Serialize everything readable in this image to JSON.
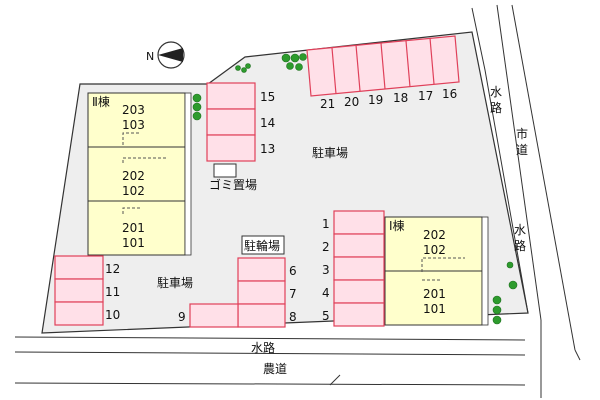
{
  "compass": {
    "north_label": "N"
  },
  "roads": {
    "waterway_bottom": "水路",
    "farm_road": "農道",
    "waterway_right_top": "水路",
    "city_road": "市道",
    "waterway_right_mid": "水路"
  },
  "site": {
    "parking_main": "駐車場",
    "parking_left": "駐車場",
    "garbage": "ゴミ置場",
    "bicycle": "駐輪場"
  },
  "building_2": {
    "name": "Ⅱ棟",
    "rooms": [
      {
        "upper": "203",
        "lower": "103"
      },
      {
        "upper": "202",
        "lower": "102"
      },
      {
        "upper": "201",
        "lower": "101"
      }
    ]
  },
  "building_1": {
    "name": "Ⅰ棟",
    "rooms": [
      {
        "upper": "202",
        "lower": "102"
      },
      {
        "upper": "201",
        "lower": "101"
      }
    ]
  },
  "parking_spaces": {
    "top_row": [
      "21",
      "20",
      "19",
      "18",
      "17",
      "16"
    ],
    "center_column": [
      "15",
      "14",
      "13"
    ],
    "right_column": [
      "1",
      "2",
      "3",
      "4",
      "5"
    ],
    "left_column": [
      "12",
      "11",
      "10"
    ],
    "bottom_column": [
      "6",
      "7",
      "8"
    ],
    "bottom_single": [
      "9"
    ]
  },
  "colors": {
    "site_fill": "#eeeeee",
    "parking_fill": "#ffe0e8",
    "parking_stroke": "#e0405a",
    "building_fill": "#ffffcc",
    "tree": "#2d9b2d"
  }
}
